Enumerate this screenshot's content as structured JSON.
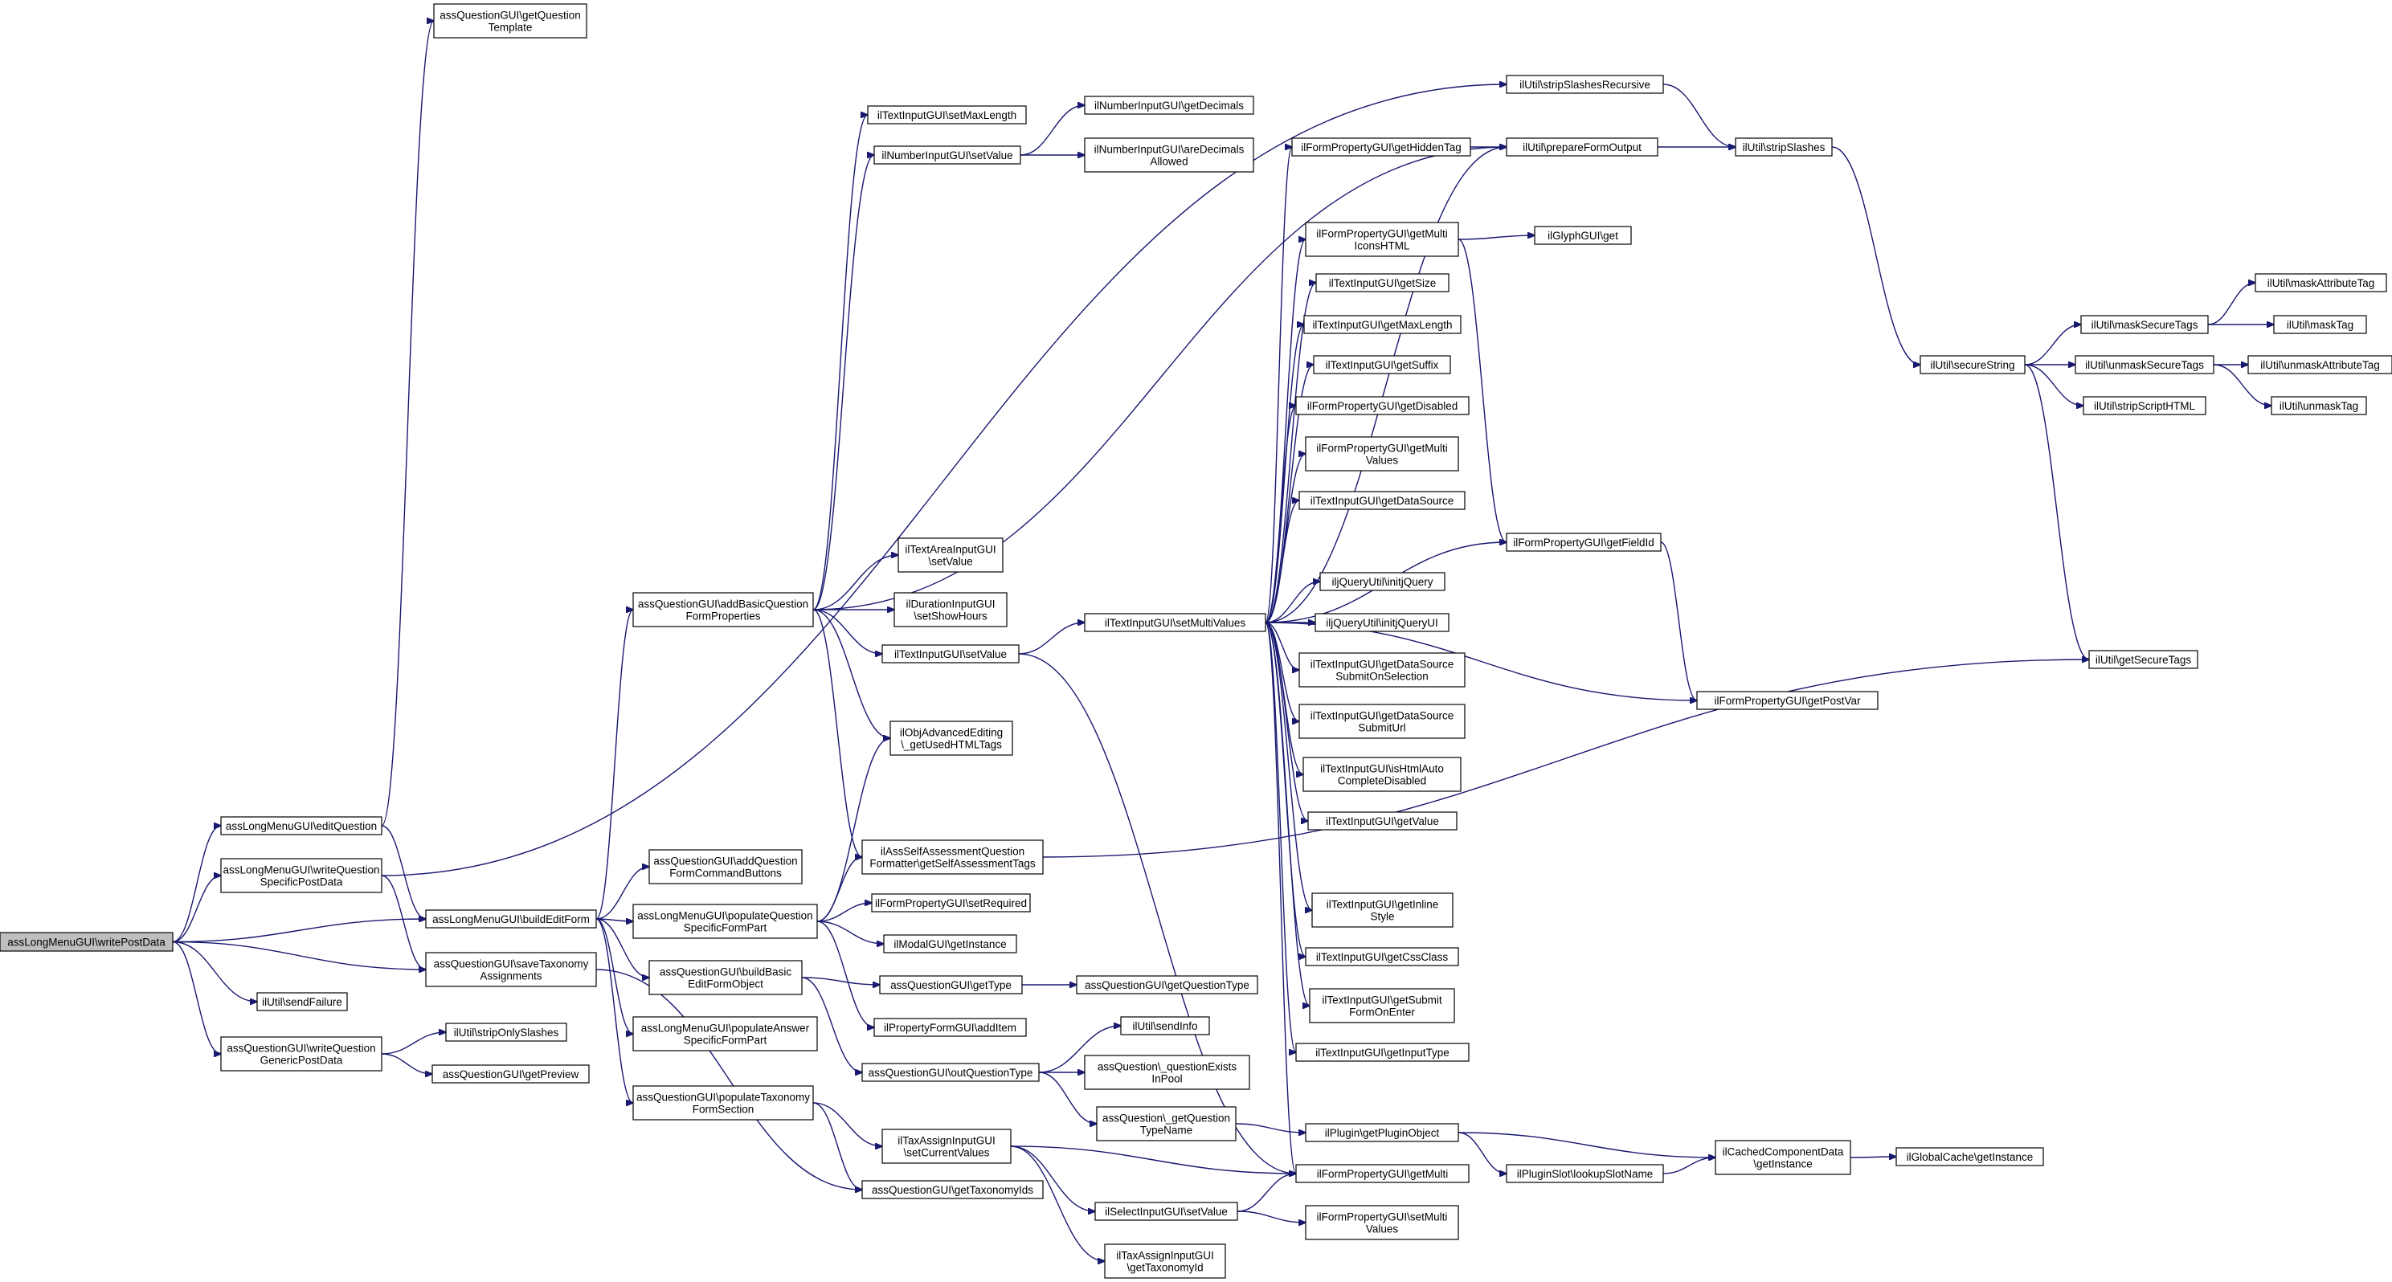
{
  "colors": {
    "edge": "#191970",
    "root_fill": "#bfbfbf",
    "node_fill": "#ffffff",
    "node_stroke": "#000000"
  },
  "nodes": [
    {
      "id": "writePostData",
      "lines": [
        "assLongMenuGUI\\writePostData"
      ],
      "root": true
    },
    {
      "id": "editQuestion",
      "lines": [
        "assLongMenuGUI\\editQuestion"
      ]
    },
    {
      "id": "writeQSPD",
      "lines": [
        "assLongMenuGUI\\writeQuestion",
        "SpecificPostData"
      ]
    },
    {
      "id": "sendFailure",
      "lines": [
        "ilUtil\\sendFailure"
      ]
    },
    {
      "id": "writeQGPD",
      "lines": [
        "assQuestionGUI\\writeQuestion",
        "GenericPostData"
      ]
    },
    {
      "id": "getQTemplate",
      "lines": [
        "assQuestionGUI\\getQuestion",
        "Template"
      ]
    },
    {
      "id": "buildEditForm",
      "lines": [
        "assLongMenuGUI\\buildEditForm"
      ]
    },
    {
      "id": "saveTaxAssign",
      "lines": [
        "assQuestionGUI\\saveTaxonomy",
        "Assignments"
      ]
    },
    {
      "id": "stripOnlySlashes",
      "lines": [
        "ilUtil\\stripOnlySlashes"
      ]
    },
    {
      "id": "getPreview",
      "lines": [
        "assQuestionGUI\\getPreview"
      ]
    },
    {
      "id": "addBasicQFP",
      "lines": [
        "assQuestionGUI\\addBasicQuestion",
        "FormProperties"
      ]
    },
    {
      "id": "addQFCB",
      "lines": [
        "assQuestionGUI\\addQuestion",
        "FormCommandButtons"
      ]
    },
    {
      "id": "populateQSFP",
      "lines": [
        "assLongMenuGUI\\populateQuestion",
        "SpecificFormPart"
      ]
    },
    {
      "id": "buildBasicEFO",
      "lines": [
        "assQuestionGUI\\buildBasic",
        "EditFormObject"
      ]
    },
    {
      "id": "populateASFP",
      "lines": [
        "assLongMenuGUI\\populateAnswer",
        "SpecificFormPart"
      ]
    },
    {
      "id": "populateTFS",
      "lines": [
        "assQuestionGUI\\populateTaxonomy",
        "FormSection"
      ]
    },
    {
      "id": "txtSetMaxLength",
      "lines": [
        "ilTextInputGUI\\setMaxLength"
      ]
    },
    {
      "id": "numSetValue",
      "lines": [
        "ilNumberInputGUI\\setValue"
      ]
    },
    {
      "id": "textAreaSetValue",
      "lines": [
        "ilTextAreaInputGUI",
        "\\setValue"
      ]
    },
    {
      "id": "durSetShowHours",
      "lines": [
        "ilDurationInputGUI",
        "\\setShowHours"
      ]
    },
    {
      "id": "txtSetValue",
      "lines": [
        "ilTextInputGUI\\setValue"
      ]
    },
    {
      "id": "objAdvEdit",
      "lines": [
        "ilObjAdvancedEditing",
        "\\_getUsedHTMLTags"
      ]
    },
    {
      "id": "getSelfAssess",
      "lines": [
        "ilAssSelfAssessmentQuestion",
        "Formatter\\getSelfAssessmentTags"
      ]
    },
    {
      "id": "fpSetRequired",
      "lines": [
        "ilFormPropertyGUI\\setRequired"
      ]
    },
    {
      "id": "modalGetInstance",
      "lines": [
        "ilModalGUI\\getInstance"
      ]
    },
    {
      "id": "qGetType",
      "lines": [
        "assQuestionGUI\\getType"
      ]
    },
    {
      "id": "propFormAddItem",
      "lines": [
        "ilPropertyFormGUI\\addItem"
      ]
    },
    {
      "id": "outQType",
      "lines": [
        "assQuestionGUI\\outQuestionType"
      ]
    },
    {
      "id": "taxSetCurrent",
      "lines": [
        "ilTaxAssignInputGUI",
        "\\setCurrentValues"
      ]
    },
    {
      "id": "getTaxIds",
      "lines": [
        "assQuestionGUI\\getTaxonomyIds"
      ]
    },
    {
      "id": "numGetDecimals",
      "lines": [
        "ilNumberInputGUI\\getDecimals"
      ]
    },
    {
      "id": "numAreDecimals",
      "lines": [
        "ilNumberInputGUI\\areDecimals",
        "Allowed"
      ]
    },
    {
      "id": "getQuestionType",
      "lines": [
        "assQuestionGUI\\getQuestionType"
      ]
    },
    {
      "id": "sendInfo",
      "lines": [
        "ilUtil\\sendInfo"
      ]
    },
    {
      "id": "qExistsInPool",
      "lines": [
        "assQuestion\\_questionExists",
        "InPool"
      ]
    },
    {
      "id": "getQTypeName",
      "lines": [
        "assQuestion\\_getQuestion",
        "TypeName"
      ]
    },
    {
      "id": "selSetValue",
      "lines": [
        "ilSelectInputGUI\\setValue"
      ]
    },
    {
      "id": "taxGetTaxId",
      "lines": [
        "ilTaxAssignInputGUI",
        "\\getTaxonomyId"
      ]
    },
    {
      "id": "txtSetMultiValues",
      "lines": [
        "ilTextInputGUI\\setMultiValues"
      ]
    },
    {
      "id": "fpGetHiddenTag",
      "lines": [
        "ilFormPropertyGUI\\getHiddenTag"
      ]
    },
    {
      "id": "fpGetMultiIcons",
      "lines": [
        "ilFormPropertyGUI\\getMulti",
        "IconsHTML"
      ]
    },
    {
      "id": "txtGetSize",
      "lines": [
        "ilTextInputGUI\\getSize"
      ]
    },
    {
      "id": "txtGetMaxLength",
      "lines": [
        "ilTextInputGUI\\getMaxLength"
      ]
    },
    {
      "id": "txtGetSuffix",
      "lines": [
        "ilTextInputGUI\\getSuffix"
      ]
    },
    {
      "id": "fpGetDisabled",
      "lines": [
        "ilFormPropertyGUI\\getDisabled"
      ]
    },
    {
      "id": "fpGetMultiValues",
      "lines": [
        "ilFormPropertyGUI\\getMulti",
        "Values"
      ]
    },
    {
      "id": "txtGetDataSource",
      "lines": [
        "ilTextInputGUI\\getDataSource"
      ]
    },
    {
      "id": "jqInitjQuery",
      "lines": [
        "iljQueryUtil\\initjQuery"
      ]
    },
    {
      "id": "jqInitjQueryUI",
      "lines": [
        "iljQueryUtil\\initjQueryUI"
      ]
    },
    {
      "id": "txtGetDSSubmitSel",
      "lines": [
        "ilTextInputGUI\\getDataSource",
        "SubmitOnSelection"
      ]
    },
    {
      "id": "txtGetDSSubmitUrl",
      "lines": [
        "ilTextInputGUI\\getDataSource",
        "SubmitUrl"
      ]
    },
    {
      "id": "txtIsHtmlAuto",
      "lines": [
        "ilTextInputGUI\\isHtmlAuto",
        "CompleteDisabled"
      ]
    },
    {
      "id": "txtGetValue",
      "lines": [
        "ilTextInputGUI\\getValue"
      ]
    },
    {
      "id": "txtGetInlineStyle",
      "lines": [
        "ilTextInputGUI\\getInline",
        "Style"
      ]
    },
    {
      "id": "txtGetCssClass",
      "lines": [
        "ilTextInputGUI\\getCssClass"
      ]
    },
    {
      "id": "txtGetSubmitOnEnter",
      "lines": [
        "ilTextInputGUI\\getSubmit",
        "FormOnEnter"
      ]
    },
    {
      "id": "txtGetInputType",
      "lines": [
        "ilTextInputGUI\\getInputType"
      ]
    },
    {
      "id": "pluginGetObject",
      "lines": [
        "ilPlugin\\getPluginObject"
      ]
    },
    {
      "id": "fpGetMulti",
      "lines": [
        "ilFormPropertyGUI\\getMulti"
      ]
    },
    {
      "id": "fpSetMultiValues",
      "lines": [
        "ilFormPropertyGUI\\setMulti",
        "Values"
      ]
    },
    {
      "id": "stripSlashesRec",
      "lines": [
        "ilUtil\\stripSlashesRecursive"
      ]
    },
    {
      "id": "prepareFormOutput",
      "lines": [
        "ilUtil\\prepareFormOutput"
      ]
    },
    {
      "id": "glyphGet",
      "lines": [
        "ilGlyphGUI\\get"
      ]
    },
    {
      "id": "fpGetFieldId",
      "lines": [
        "ilFormPropertyGUI\\getFieldId"
      ]
    },
    {
      "id": "fpGetPostVar",
      "lines": [
        "ilFormPropertyGUI\\getPostVar"
      ]
    },
    {
      "id": "pluginSlotLookup",
      "lines": [
        "ilPluginSlot\\lookupSlotName"
      ]
    },
    {
      "id": "cachedCompGetInst",
      "lines": [
        "ilCachedComponentData",
        "\\getInstance"
      ]
    },
    {
      "id": "globalCacheGetInst",
      "lines": [
        "ilGlobalCache\\getInstance"
      ]
    },
    {
      "id": "stripSlashes",
      "lines": [
        "ilUtil\\stripSlashes"
      ]
    },
    {
      "id": "secureString",
      "lines": [
        "ilUtil\\secureString"
      ]
    },
    {
      "id": "getSecureTags",
      "lines": [
        "ilUtil\\getSecureTags"
      ]
    },
    {
      "id": "maskSecureTags",
      "lines": [
        "ilUtil\\maskSecureTags"
      ]
    },
    {
      "id": "unmaskSecureTags",
      "lines": [
        "ilUtil\\unmaskSecureTags"
      ]
    },
    {
      "id": "stripScriptHTML",
      "lines": [
        "ilUtil\\stripScriptHTML"
      ]
    },
    {
      "id": "maskAttributeTag",
      "lines": [
        "ilUtil\\maskAttributeTag"
      ]
    },
    {
      "id": "maskTag",
      "lines": [
        "ilUtil\\maskTag"
      ]
    },
    {
      "id": "unmaskAttributeTag",
      "lines": [
        "ilUtil\\unmaskAttributeTag"
      ]
    },
    {
      "id": "unmaskTag",
      "lines": [
        "ilUtil\\unmaskTag"
      ]
    }
  ],
  "edges": [
    [
      "writePostData",
      "editQuestion"
    ],
    [
      "writePostData",
      "writeQSPD"
    ],
    [
      "writePostData",
      "buildEditForm"
    ],
    [
      "writePostData",
      "saveTaxAssign"
    ],
    [
      "writePostData",
      "sendFailure"
    ],
    [
      "writePostData",
      "writeQGPD"
    ],
    [
      "editQuestion",
      "getQTemplate"
    ],
    [
      "editQuestion",
      "buildEditForm"
    ],
    [
      "writeQSPD",
      "stripSlashesRec"
    ],
    [
      "writeQSPD",
      "saveTaxAssign"
    ],
    [
      "writeQGPD",
      "stripOnlySlashes"
    ],
    [
      "writeQGPD",
      "getPreview"
    ],
    [
      "saveTaxAssign",
      "getTaxIds"
    ],
    [
      "buildEditForm",
      "addBasicQFP"
    ],
    [
      "buildEditForm",
      "addQFCB"
    ],
    [
      "buildEditForm",
      "populateQSFP"
    ],
    [
      "buildEditForm",
      "buildBasicEFO"
    ],
    [
      "buildEditForm",
      "populateASFP"
    ],
    [
      "buildEditForm",
      "populateTFS"
    ],
    [
      "addBasicQFP",
      "txtSetMaxLength"
    ],
    [
      "addBasicQFP",
      "numSetValue"
    ],
    [
      "addBasicQFP",
      "textAreaSetValue"
    ],
    [
      "addBasicQFP",
      "durSetShowHours"
    ],
    [
      "addBasicQFP",
      "txtSetValue"
    ],
    [
      "addBasicQFP",
      "objAdvEdit"
    ],
    [
      "addBasicQFP",
      "getSelfAssess"
    ],
    [
      "addBasicQFP",
      "prepareFormOutput"
    ],
    [
      "numSetValue",
      "numGetDecimals"
    ],
    [
      "numSetValue",
      "numAreDecimals"
    ],
    [
      "populateQSFP",
      "objAdvEdit"
    ],
    [
      "populateQSFP",
      "getSelfAssess"
    ],
    [
      "populateQSFP",
      "fpSetRequired"
    ],
    [
      "populateQSFP",
      "modalGetInstance"
    ],
    [
      "populateQSFP",
      "propFormAddItem"
    ],
    [
      "buildBasicEFO",
      "qGetType"
    ],
    [
      "buildBasicEFO",
      "outQType"
    ],
    [
      "qGetType",
      "getQuestionType"
    ],
    [
      "outQType",
      "sendInfo"
    ],
    [
      "outQType",
      "qExistsInPool"
    ],
    [
      "outQType",
      "getQTypeName"
    ],
    [
      "getQTypeName",
      "pluginGetObject"
    ],
    [
      "populateTFS",
      "taxSetCurrent"
    ],
    [
      "populateTFS",
      "getTaxIds"
    ],
    [
      "taxSetCurrent",
      "fpGetMulti"
    ],
    [
      "taxSetCurrent",
      "selSetValue"
    ],
    [
      "taxSetCurrent",
      "taxGetTaxId"
    ],
    [
      "selSetValue",
      "fpGetMulti"
    ],
    [
      "selSetValue",
      "fpSetMultiValues"
    ],
    [
      "txtSetValue",
      "txtSetMultiValues"
    ],
    [
      "txtSetValue",
      "fpGetMulti"
    ],
    [
      "getSelfAssess",
      "getSecureTags"
    ],
    [
      "txtSetMultiValues",
      "fpGetHiddenTag"
    ],
    [
      "txtSetMultiValues",
      "fpGetMultiIcons"
    ],
    [
      "txtSetMultiValues",
      "txtGetSize"
    ],
    [
      "txtSetMultiValues",
      "txtGetMaxLength"
    ],
    [
      "txtSetMultiValues",
      "txtGetSuffix"
    ],
    [
      "txtSetMultiValues",
      "fpGetDisabled"
    ],
    [
      "txtSetMultiValues",
      "fpGetMultiValues"
    ],
    [
      "txtSetMultiValues",
      "txtGetDataSource"
    ],
    [
      "txtSetMultiValues",
      "jqInitjQuery"
    ],
    [
      "txtSetMultiValues",
      "jqInitjQueryUI"
    ],
    [
      "txtSetMultiValues",
      "txtGetDSSubmitSel"
    ],
    [
      "txtSetMultiValues",
      "txtGetDSSubmitUrl"
    ],
    [
      "txtSetMultiValues",
      "txtIsHtmlAuto"
    ],
    [
      "txtSetMultiValues",
      "txtGetValue"
    ],
    [
      "txtSetMultiValues",
      "txtGetInlineStyle"
    ],
    [
      "txtSetMultiValues",
      "txtGetCssClass"
    ],
    [
      "txtSetMultiValues",
      "txtGetSubmitOnEnter"
    ],
    [
      "txtSetMultiValues",
      "txtGetInputType"
    ],
    [
      "txtSetMultiValues",
      "fpGetMulti"
    ],
    [
      "txtSetMultiValues",
      "fpGetFieldId"
    ],
    [
      "txtSetMultiValues",
      "fpGetPostVar"
    ],
    [
      "txtSetMultiValues",
      "prepareFormOutput"
    ],
    [
      "fpGetHiddenTag",
      "prepareFormOutput"
    ],
    [
      "fpGetMultiIcons",
      "glyphGet"
    ],
    [
      "fpGetMultiIcons",
      "fpGetFieldId"
    ],
    [
      "fpGetFieldId",
      "fpGetPostVar"
    ],
    [
      "pluginGetObject",
      "cachedCompGetInst"
    ],
    [
      "pluginGetObject",
      "pluginSlotLookup"
    ],
    [
      "pluginSlotLookup",
      "cachedCompGetInst"
    ],
    [
      "cachedCompGetInst",
      "globalCacheGetInst"
    ],
    [
      "stripSlashesRec",
      "stripSlashes"
    ],
    [
      "prepareFormOutput",
      "stripSlashes"
    ],
    [
      "stripSlashes",
      "secureString"
    ],
    [
      "secureString",
      "maskSecureTags"
    ],
    [
      "secureString",
      "unmaskSecureTags"
    ],
    [
      "secureString",
      "stripScriptHTML"
    ],
    [
      "secureString",
      "getSecureTags"
    ],
    [
      "maskSecureTags",
      "maskAttributeTag"
    ],
    [
      "maskSecureTags",
      "maskTag"
    ],
    [
      "unmaskSecureTags",
      "unmaskAttributeTag"
    ],
    [
      "unmaskSecureTags",
      "unmaskTag"
    ]
  ]
}
